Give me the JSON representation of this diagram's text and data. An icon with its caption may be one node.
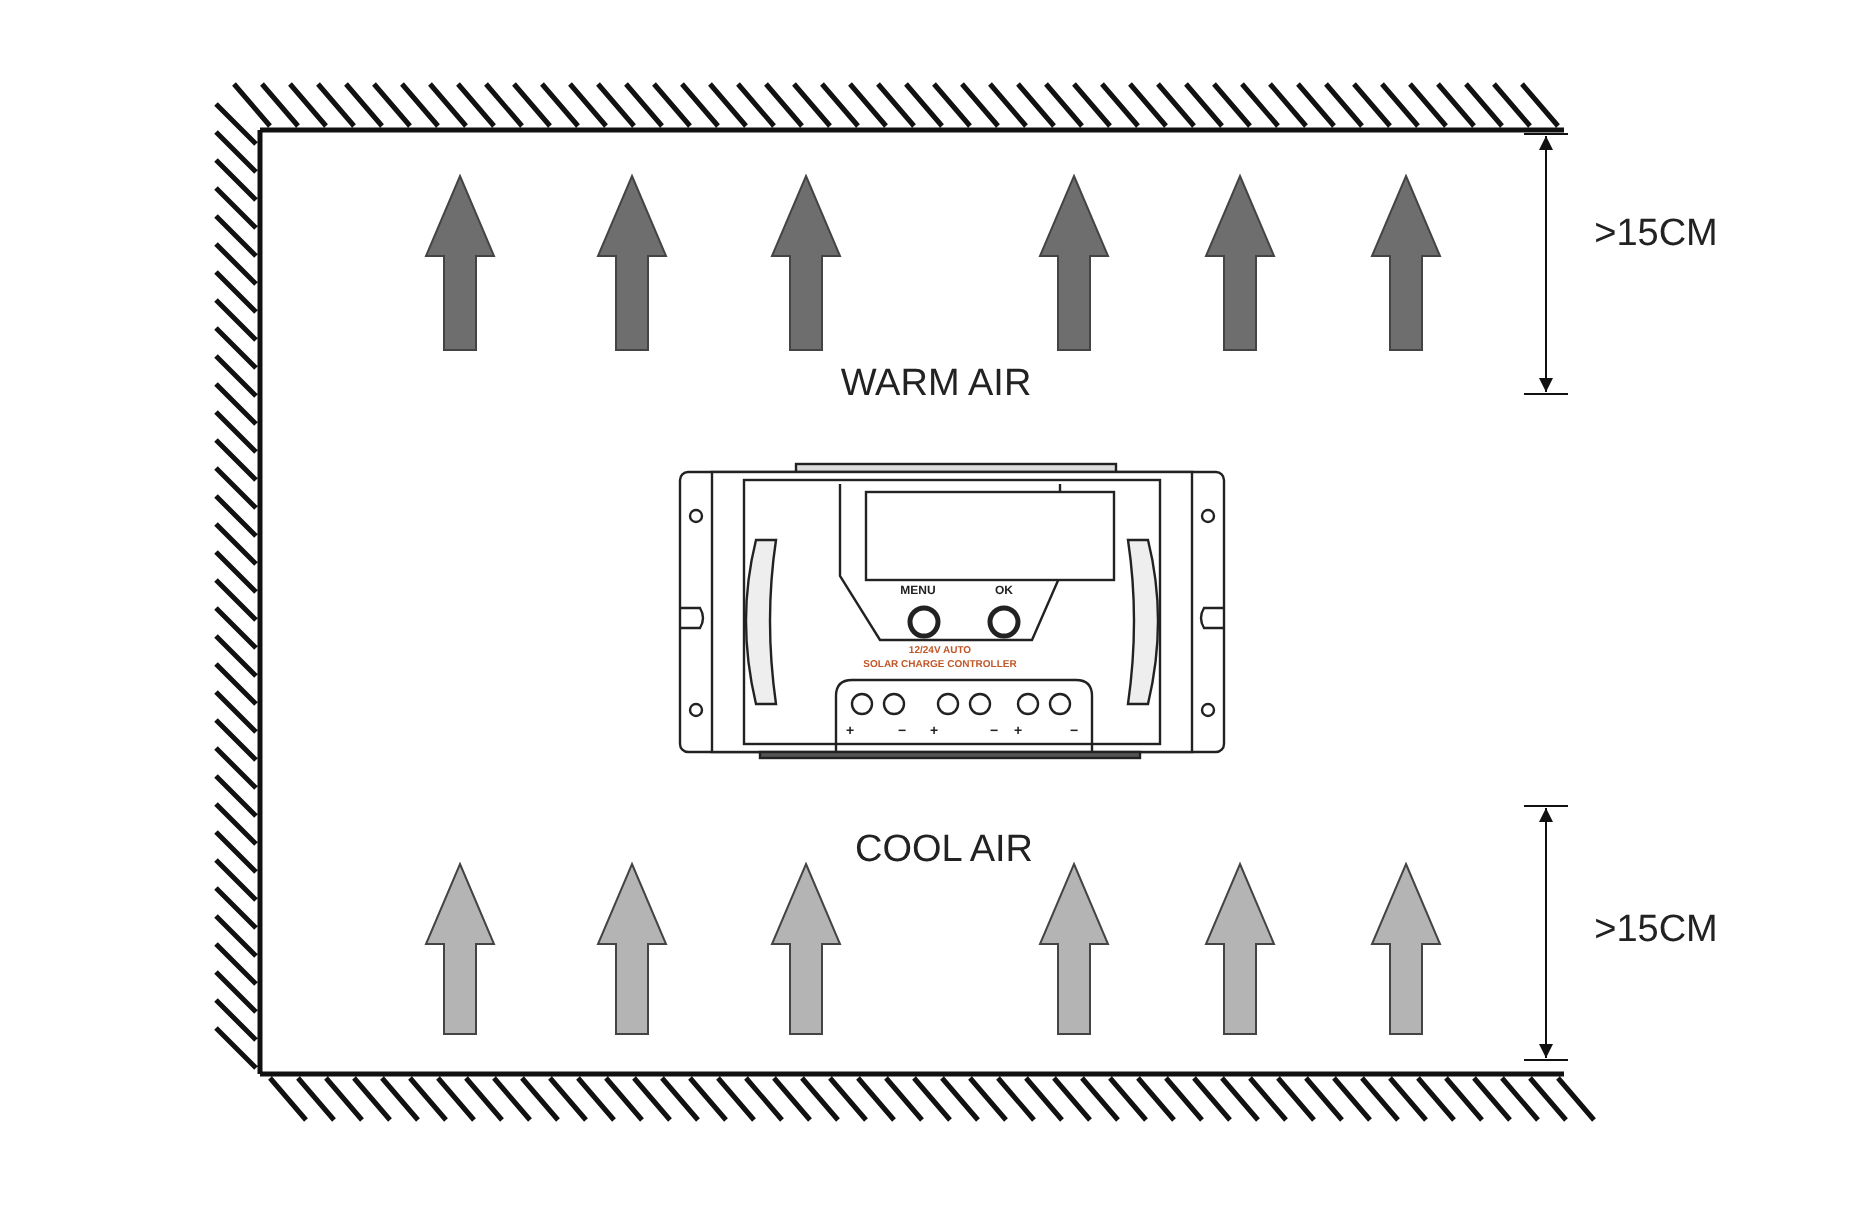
{
  "diagram": {
    "labels": [
      "WARM AIR",
      ">15CM",
      "MENU",
      "OK",
      "12/24V AUTO",
      "SOLAR CHARGE CONTROLLER",
      "+",
      "−",
      "+",
      "−",
      "+",
      "−",
      "COOL AIR",
      ">15CM"
    ]
  }
}
